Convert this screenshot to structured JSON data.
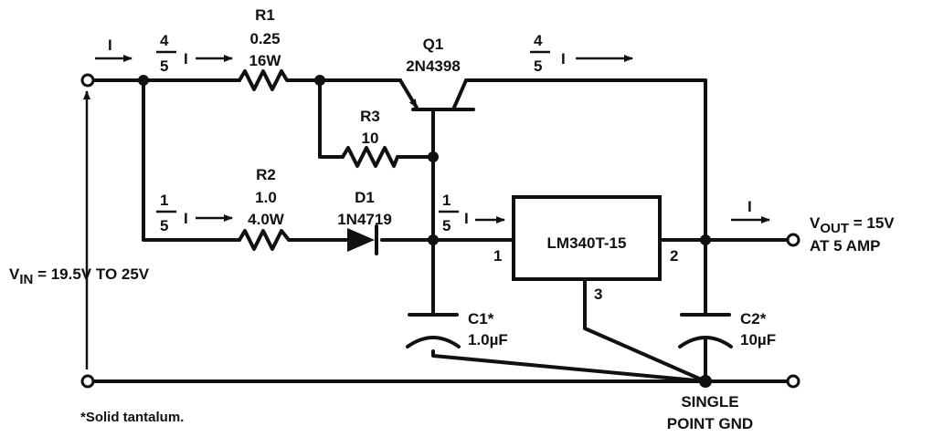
{
  "components": {
    "r1": {
      "ref": "R1",
      "value": "0.25",
      "rating": "16W"
    },
    "r2": {
      "ref": "R2",
      "value": "1.0",
      "rating": "4.0W"
    },
    "r3": {
      "ref": "R3",
      "value": "10"
    },
    "q1": {
      "ref": "Q1",
      "part": "2N4398"
    },
    "d1": {
      "ref": "D1",
      "part": "1N4719"
    },
    "regulator": {
      "part": "LM340T-15",
      "pin_in": "1",
      "pin_out": "2",
      "pin_gnd": "3"
    },
    "c1": {
      "ref": "C1*",
      "value": "1.0µF"
    },
    "c2": {
      "ref": "C2*",
      "value": "10µF"
    }
  },
  "currents": {
    "i": "I",
    "four": "4",
    "one": "1",
    "five": "5"
  },
  "labels": {
    "vin": "V",
    "vin_sub": "IN",
    "vin_rest": " = 19.5V TO 25V",
    "vout": "V",
    "vout_sub": "OUT",
    "vout_rest": " = 15V",
    "vout_line2": "AT 5 AMP",
    "gnd_line1": "SINGLE",
    "gnd_line2": "POINT GND",
    "footnote": "*Solid tantalum."
  }
}
